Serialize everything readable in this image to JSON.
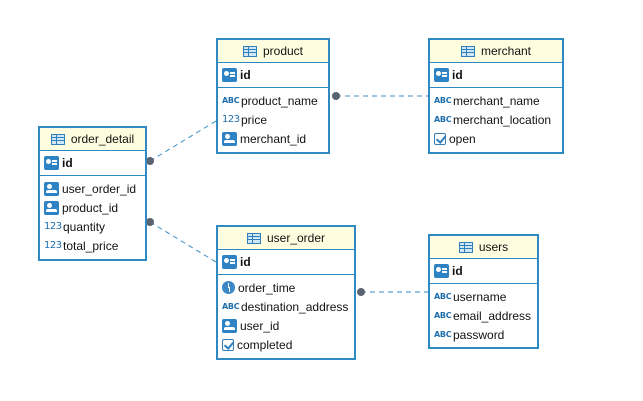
{
  "colors": {
    "border": "#2f8ac4",
    "header_bg": "#fffde0",
    "link_line": "#3a8fc8",
    "endpoint_dot": "#5a6470"
  },
  "entities": [
    {
      "id": "product",
      "name": "product",
      "pk": "id",
      "columns": [
        {
          "name": "product_name",
          "icon": "abc-icon"
        },
        {
          "name": "price",
          "icon": "number-icon"
        },
        {
          "name": "merchant_id",
          "icon": "foreign-key-icon"
        }
      ]
    },
    {
      "id": "merchant",
      "name": "merchant",
      "pk": "id",
      "columns": [
        {
          "name": "merchant_name",
          "icon": "abc-icon"
        },
        {
          "name": "merchant_location",
          "icon": "abc-icon"
        },
        {
          "name": "open",
          "icon": "checkbox-icon"
        }
      ]
    },
    {
      "id": "order_detail",
      "name": "order_detail",
      "pk": "id",
      "columns": [
        {
          "name": "user_order_id",
          "icon": "foreign-key-icon"
        },
        {
          "name": "product_id",
          "icon": "foreign-key-icon"
        },
        {
          "name": "quantity",
          "icon": "number-icon"
        },
        {
          "name": "total_price",
          "icon": "number-icon"
        }
      ]
    },
    {
      "id": "user_order",
      "name": "user_order",
      "pk": "id",
      "columns": [
        {
          "name": "order_time",
          "icon": "clock-icon"
        },
        {
          "name": "destination_address",
          "icon": "abc-icon"
        },
        {
          "name": "user_id",
          "icon": "foreign-key-icon"
        },
        {
          "name": "completed",
          "icon": "checkbox-icon"
        }
      ]
    },
    {
      "id": "users",
      "name": "users",
      "pk": "id",
      "columns": [
        {
          "name": "username",
          "icon": "abc-icon"
        },
        {
          "name": "email_address",
          "icon": "abc-icon"
        },
        {
          "name": "password",
          "icon": "abc-icon"
        }
      ]
    }
  ],
  "relationships": [
    {
      "from": "product",
      "to": "merchant"
    },
    {
      "from": "order_detail",
      "to": "product"
    },
    {
      "from": "order_detail",
      "to": "user_order"
    },
    {
      "from": "user_order",
      "to": "users"
    }
  ],
  "type_labels": {
    "abc": "ABC",
    "number": "123"
  }
}
